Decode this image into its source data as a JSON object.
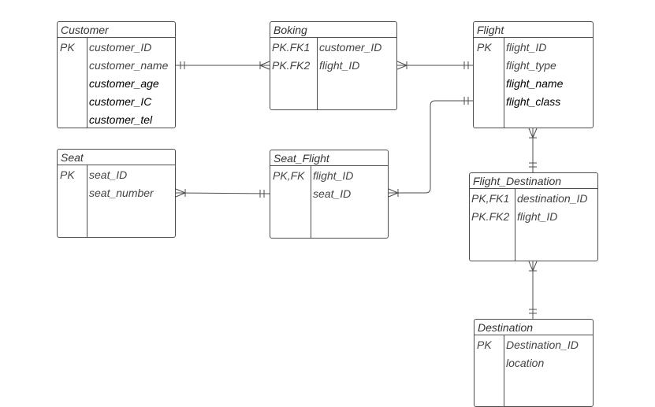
{
  "entities": {
    "customer": {
      "title": "Customer",
      "keys": [
        "PK"
      ],
      "attributes": [
        "customer_ID",
        "customer_name",
        "customer_age",
        "customer_IC",
        "customer_tel"
      ]
    },
    "boking": {
      "title": "Boking",
      "keys": [
        "PK.FK1",
        "PK.FK2"
      ],
      "attributes": [
        "customer_ID",
        "flight_ID"
      ]
    },
    "flight": {
      "title": "Flight",
      "keys": [
        "PK"
      ],
      "attributes": [
        "flight_ID",
        "flight_type",
        "flight_name",
        "flight_class"
      ]
    },
    "seat": {
      "title": "Seat",
      "keys": [
        "PK"
      ],
      "attributes": [
        "seat_ID",
        "seat_number"
      ]
    },
    "seat_flight": {
      "title": "Seat_Flight",
      "keys": [
        "PK,FK"
      ],
      "attributes": [
        "flight_ID",
        "seat_ID"
      ]
    },
    "flight_destination": {
      "title": "Flight_Destination",
      "keys": [
        "PK,FK1",
        "PK.FK2"
      ],
      "attributes": [
        "destination_ID",
        "flight_ID"
      ]
    },
    "destination": {
      "title": "Destination",
      "keys": [
        "PK"
      ],
      "attributes": [
        "Destination_ID",
        "location"
      ]
    }
  },
  "colors": {
    "line": "#4d4d4d",
    "text": "#444444",
    "text_emphasis": "#000000"
  }
}
